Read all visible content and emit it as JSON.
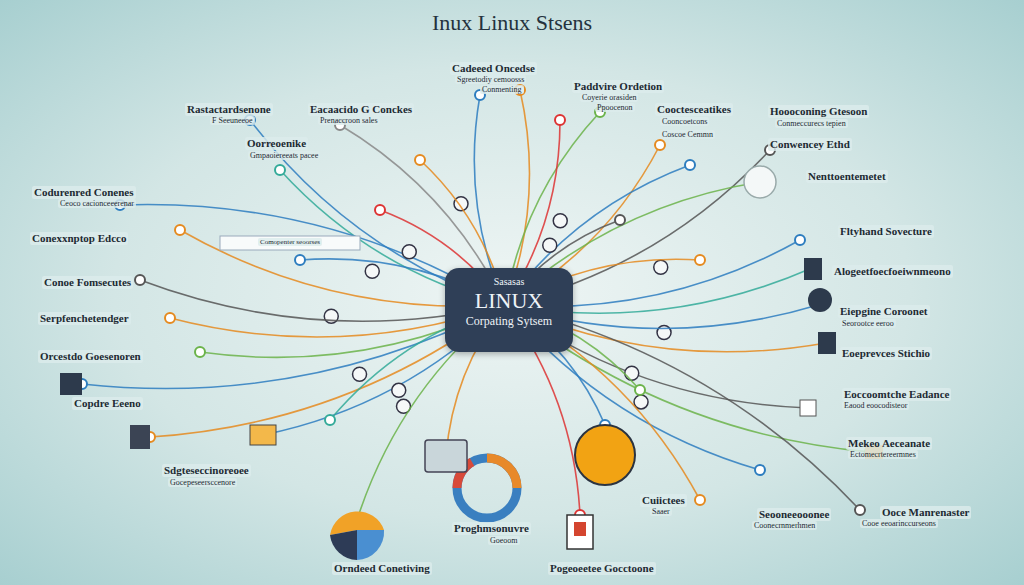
{
  "diagram": {
    "title": "Inux Linux Stsens",
    "nodes": [
      {
        "text": [
          "Sasasas",
          "LINUX",
          "Corpating Sytsem"
        ]
      }
    ],
    "labels": [
      "Cadeeed Oncedse",
      "Sgreetodiy cemoosss",
      "Conmenting",
      "Paddvire Ordetion",
      "Coyerie orasiden",
      "Ppoocenon",
      "Rastactardsenone",
      "F Seeuneeoe",
      "Eacaacido G Conckes",
      "Prenaccroon sales",
      "Oorreoenike",
      "Gmpaoiereeats pacee",
      "Cooctesceatikes",
      "Cooncoetcons",
      "Coscoe Cemmn",
      "Hoooconing Gtesoon",
      "Conmeccurecs tepien",
      "Conwencey Ethd",
      "Nenttoentemetet",
      "Codurenred Conenes",
      "Ceoco cacionceeerenar",
      "Conexxnptop Edcco",
      "Fltyhand Sovecture",
      "Conoe Fomsecutes",
      "Alogeetfoecfoeiwnmeono",
      "Serpfenchetendger",
      "Eiepgine Coroonet",
      "Seorootce eeroo",
      "Eoeprevces Stichio",
      "Orcestdo Goesenoren",
      "Eoccoomtche Eadance",
      "Eaood eoocodisteor",
      "Copdre Eeeno",
      "Mekeo Aeceanate",
      "Ectomecrtereermnes",
      "Sdgteseccinoreoee",
      "Gocepeseersccenore",
      "Proghmsonuvre",
      "Goeoom",
      "Cuiictees",
      "Saaer",
      "Orndeed Conetiving",
      "Pogeoeetee Gocctoone",
      "Seooneeooonee",
      "Coonecrnmerhmen",
      "Ooce Manrenaster",
      "Cooe eeoarinccurseons",
      "Comopenter seoorses"
    ]
  }
}
